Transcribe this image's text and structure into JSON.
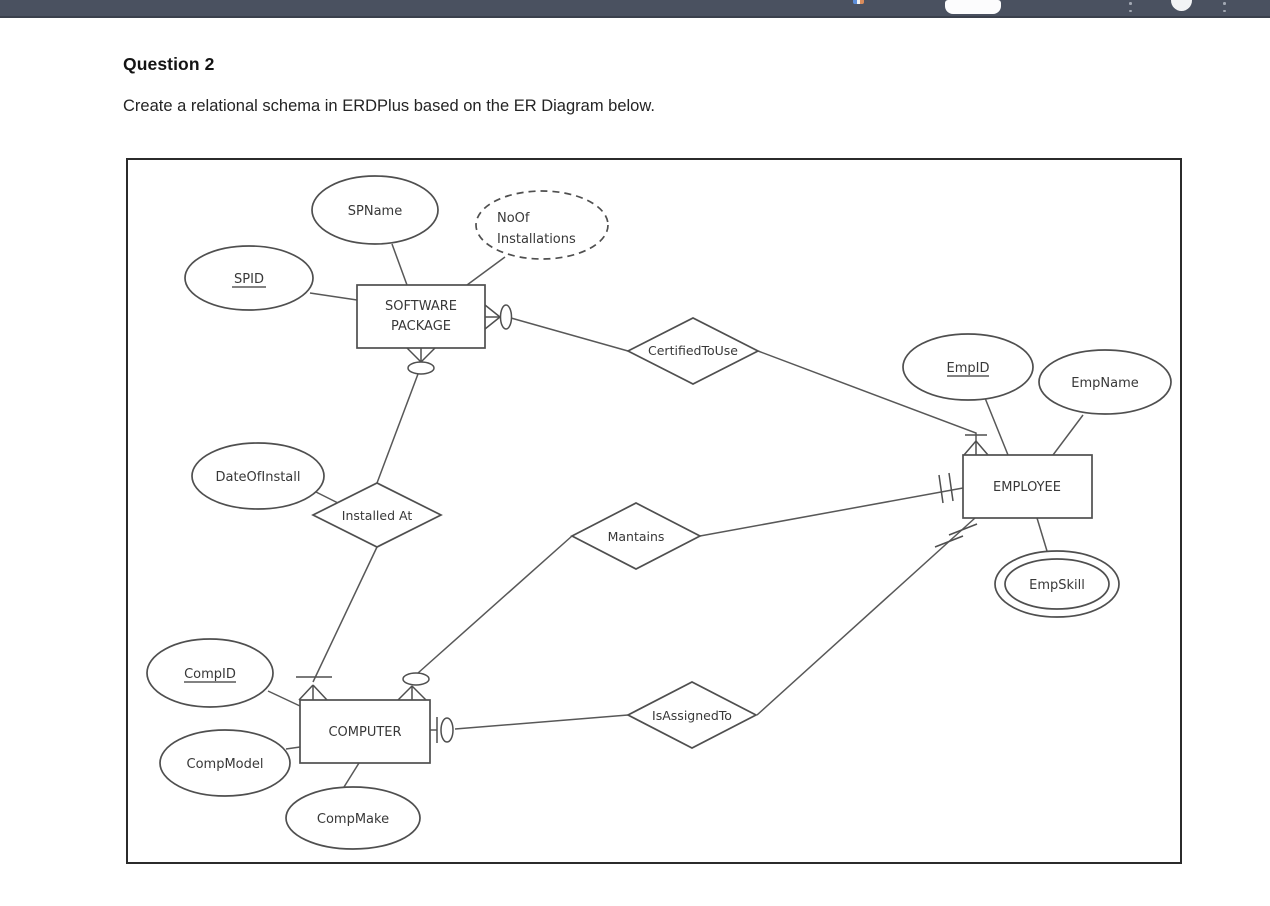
{
  "toolbar": {
    "background": "#4a5160",
    "icons": [
      "favicon",
      "page-indicator-pill",
      "overflow-dots",
      "help-circle",
      "overflow-dots"
    ]
  },
  "document": {
    "heading": "Question 2",
    "body_text": "Create a relational schema in ERDPlus based on the ER Diagram below."
  },
  "diagram": {
    "entities": {
      "software_package": {
        "line1": "SOFTWARE",
        "line2": "PACKAGE"
      },
      "employee": "EMPLOYEE",
      "computer": "COMPUTER"
    },
    "attributes": {
      "spid": "SPID",
      "spname": "SPName",
      "noof_installations": {
        "line1": "NoOf",
        "line2": "Installations"
      },
      "date_of_install": "DateOfInstall",
      "empid": "EmpID",
      "empname": "EmpName",
      "empskill": "EmpSkill",
      "compid": "CompID",
      "compmodel": "CompModel",
      "compmake": "CompMake"
    },
    "relationships": {
      "certified_to_use": "CertifiedToUse",
      "installed_at": "Installed At",
      "mantains": "Mantains",
      "is_assigned_to": "IsAssignedTo"
    },
    "visual_notation": {
      "underlined_attributes": [
        "SPID",
        "EmpID",
        "CompID"
      ],
      "dashed_ellipse_attribute": "NoOf Installations",
      "double_ellipse_attribute": "EmpSkill"
    }
  }
}
